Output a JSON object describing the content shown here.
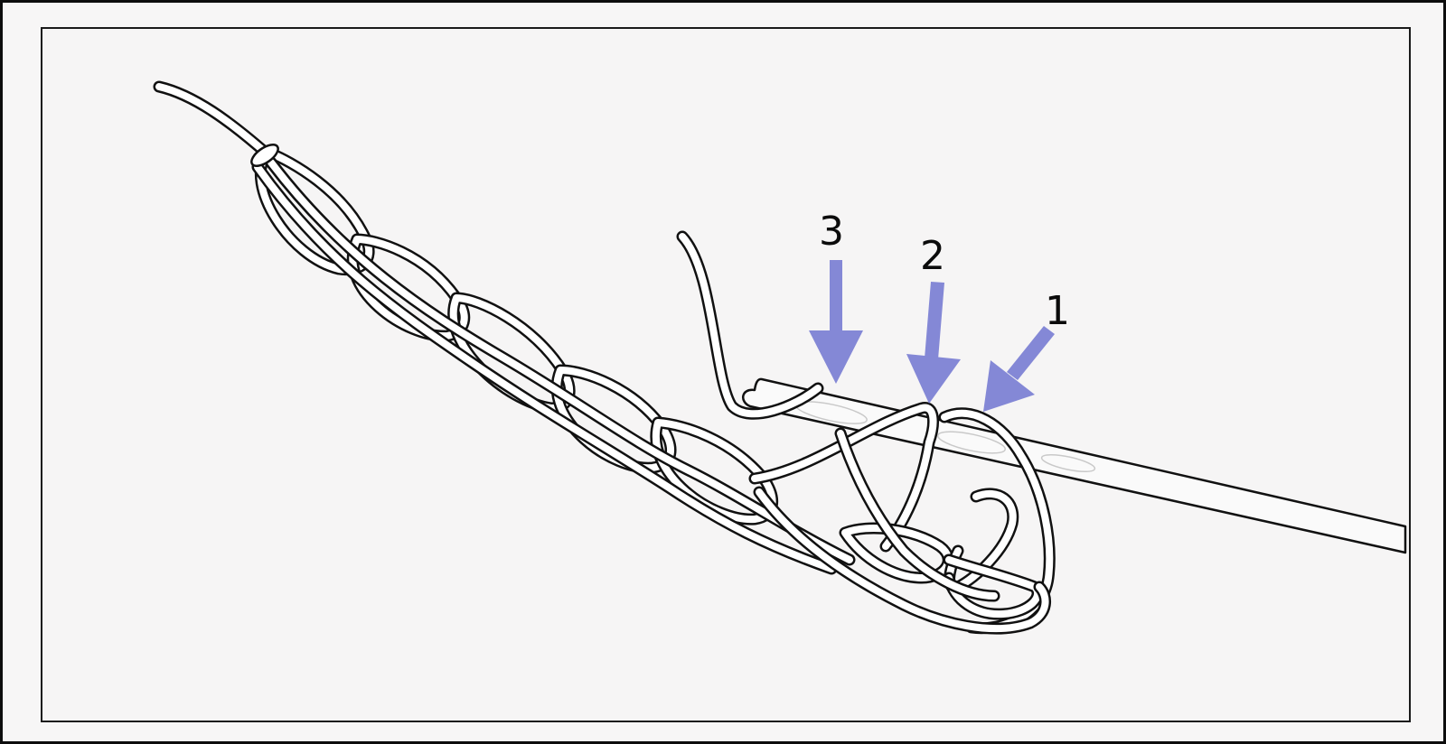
{
  "colors": {
    "frame": "#0d0d0d",
    "background": "#f7f6f6",
    "yarn_outline": "#111111",
    "yarn_fill": "#ffffff",
    "arrow": "#8488d6"
  },
  "callouts": [
    {
      "label": "3"
    },
    {
      "label": "2"
    },
    {
      "label": "1"
    }
  ]
}
